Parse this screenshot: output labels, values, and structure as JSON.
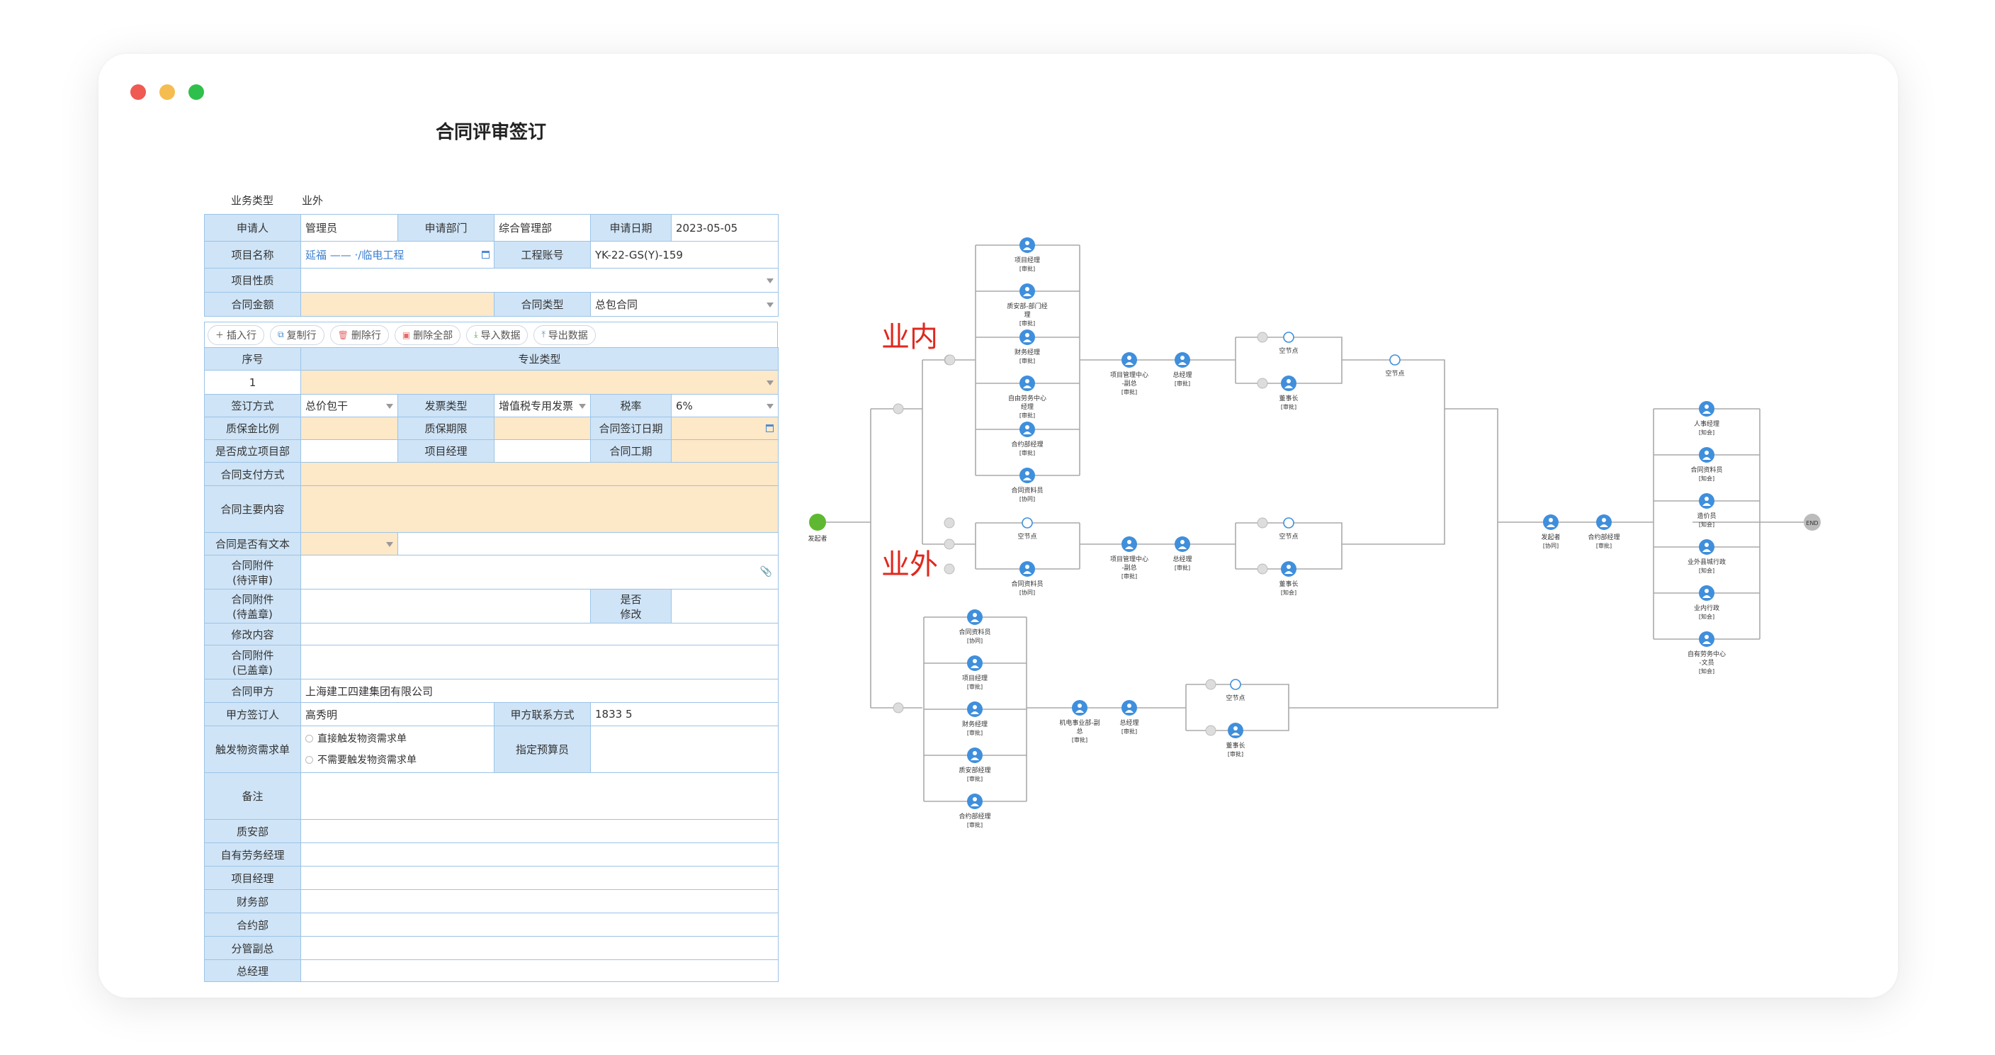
{
  "window": {
    "colors": {
      "red": "#ef5a52",
      "yellow": "#f5bd4f",
      "green": "#2fc04b"
    }
  },
  "form": {
    "title": "合同评审签订",
    "business_type_label": "业务类型",
    "business_type_value": "业外",
    "applicant_label": "申请人",
    "applicant_value": "管理员",
    "dept_label": "申请部门",
    "dept_value": "综合管理部",
    "date_label": "申请日期",
    "date_value": "2023-05-05",
    "project_name_label": "项目名称",
    "project_name_value": "延福 —— ·/临电工程",
    "account_label": "工程账号",
    "account_value": "YK-22-GS(Y)-159",
    "nature_label": "项目性质",
    "amount_label": "合同金额",
    "contract_type_label": "合同类型",
    "contract_type_value": "总包合同",
    "toolbar": {
      "insert": "插入行",
      "copy": "复制行",
      "delete": "删除行",
      "delete_all": "删除全部",
      "import": "导入数据",
      "export": "导出数据"
    },
    "seq_label": "序号",
    "specialty_label": "专业类型",
    "seq_value": "1",
    "sign_method_label": "签订方式",
    "sign_method_value": "总价包干",
    "invoice_type_label": "发票类型",
    "invoice_type_value": "增值税专用发票",
    "tax_label": "税率",
    "tax_value": "6%",
    "warranty_ratio_label": "质保金比例",
    "warranty_period_label": "质保期限",
    "sign_date_label": "合同签订日期",
    "new_dept_label": "是否成立项目部",
    "pm_label": "项目经理",
    "duration_label": "合同工期",
    "payment_label": "合同支付方式",
    "content_label": "合同主要内容",
    "has_text_label": "合同是否有文本",
    "att_review_label1": "合同附件",
    "att_review_label2": "(待评审)",
    "att_stamp_label1": "合同附件",
    "att_stamp_label2": "(待盖章)",
    "modified_label1": "是否",
    "modified_label2": "修改",
    "modify_content_label": "修改内容",
    "att_stamped_label1": "合同附件",
    "att_stamped_label2": "(已盖章)",
    "party_a_label": "合同甲方",
    "party_a_value": "上海建工四建集团有限公司",
    "signer_label": "甲方签订人",
    "signer_value": "高秀明",
    "contact_label": "甲方联系方式",
    "contact_value": "1833        5",
    "trigger_label": "触发物资需求单",
    "trigger_opt1": "直接触发物资需求单",
    "trigger_opt2": "不需要触发物资需求单",
    "budget_label": "指定预算员",
    "remark_label": "备注",
    "quality_label": "质安部",
    "labor_label": "自有劳务经理",
    "pm2_label": "项目经理",
    "finance_label": "财务部",
    "contract_dept_label": "合约部",
    "vp_label": "分管副总",
    "gm_label": "总经理"
  },
  "flow": {
    "label_inside": "业内",
    "label_outside": "业外",
    "start": "发起者",
    "end": "END",
    "upper_group": [
      {
        "name": "项目经理",
        "tag": "[审批]"
      },
      {
        "name": "质安部-部门经",
        "name2": "理",
        "tag": "[审批]"
      },
      {
        "name": "财务经理",
        "tag": "[审批]"
      },
      {
        "name": "自由劳务中心",
        "name2": "经理",
        "tag": "[审批]"
      },
      {
        "name": "合约部经理",
        "tag": "[审批]"
      },
      {
        "name": "合同资料员",
        "tag": "[协同]"
      }
    ],
    "upper_mid": {
      "name": "项目管理中心",
      "name2": "-副总",
      "tag": "[审批]"
    },
    "upper_gm": {
      "name": "总经理",
      "tag": "[审批]"
    },
    "upper_empty": "空节点",
    "upper_chair": {
      "name": "董事长",
      "tag": "[审批]"
    },
    "upper_merge_empty": "空节点",
    "mid_empty": "空节点",
    "mid_clerk": {
      "name": "合同资料员",
      "tag": "[协同]"
    },
    "mid_mid": {
      "name": "项目管理中心",
      "name2": "-副总",
      "tag": "[审批]"
    },
    "mid_gm": {
      "name": "总经理",
      "tag": "[审批]"
    },
    "mid_empty2": "空节点",
    "mid_chair": {
      "name": "董事长",
      "tag": "[知会]"
    },
    "lower_group": [
      {
        "name": "合同资料员",
        "tag": "[协同]"
      },
      {
        "name": "项目经理",
        "tag": "[审批]"
      },
      {
        "name": "财务经理",
        "tag": "[审批]"
      },
      {
        "name": "质安部经理",
        "tag": "[审批]"
      },
      {
        "name": "合约部经理",
        "tag": "[审批]"
      }
    ],
    "lower_mid": {
      "name": "机电事业部-副",
      "name2": "总",
      "tag": "[审批]"
    },
    "lower_gm": {
      "name": "总经理",
      "tag": "[审批]"
    },
    "lower_empty": "空节点",
    "lower_chair": {
      "name": "董事长",
      "tag": "[审批]"
    },
    "final_starter": {
      "name": "发起者",
      "tag": "[协同]"
    },
    "final_contract": {
      "name": "合约部经理",
      "tag": "[审批]"
    },
    "notify_group": [
      {
        "name": "人事经理",
        "tag": "[知会]"
      },
      {
        "name": "合同资料员",
        "tag": "[知会]"
      },
      {
        "name": "造价员",
        "tag": "[知会]"
      },
      {
        "name": "业外县城行政",
        "tag": "[知会]"
      },
      {
        "name": "业内行政",
        "tag": "[知会]"
      },
      {
        "name": "自有劳务中心",
        "name2": "-文员",
        "tag": "[知会]"
      }
    ]
  }
}
